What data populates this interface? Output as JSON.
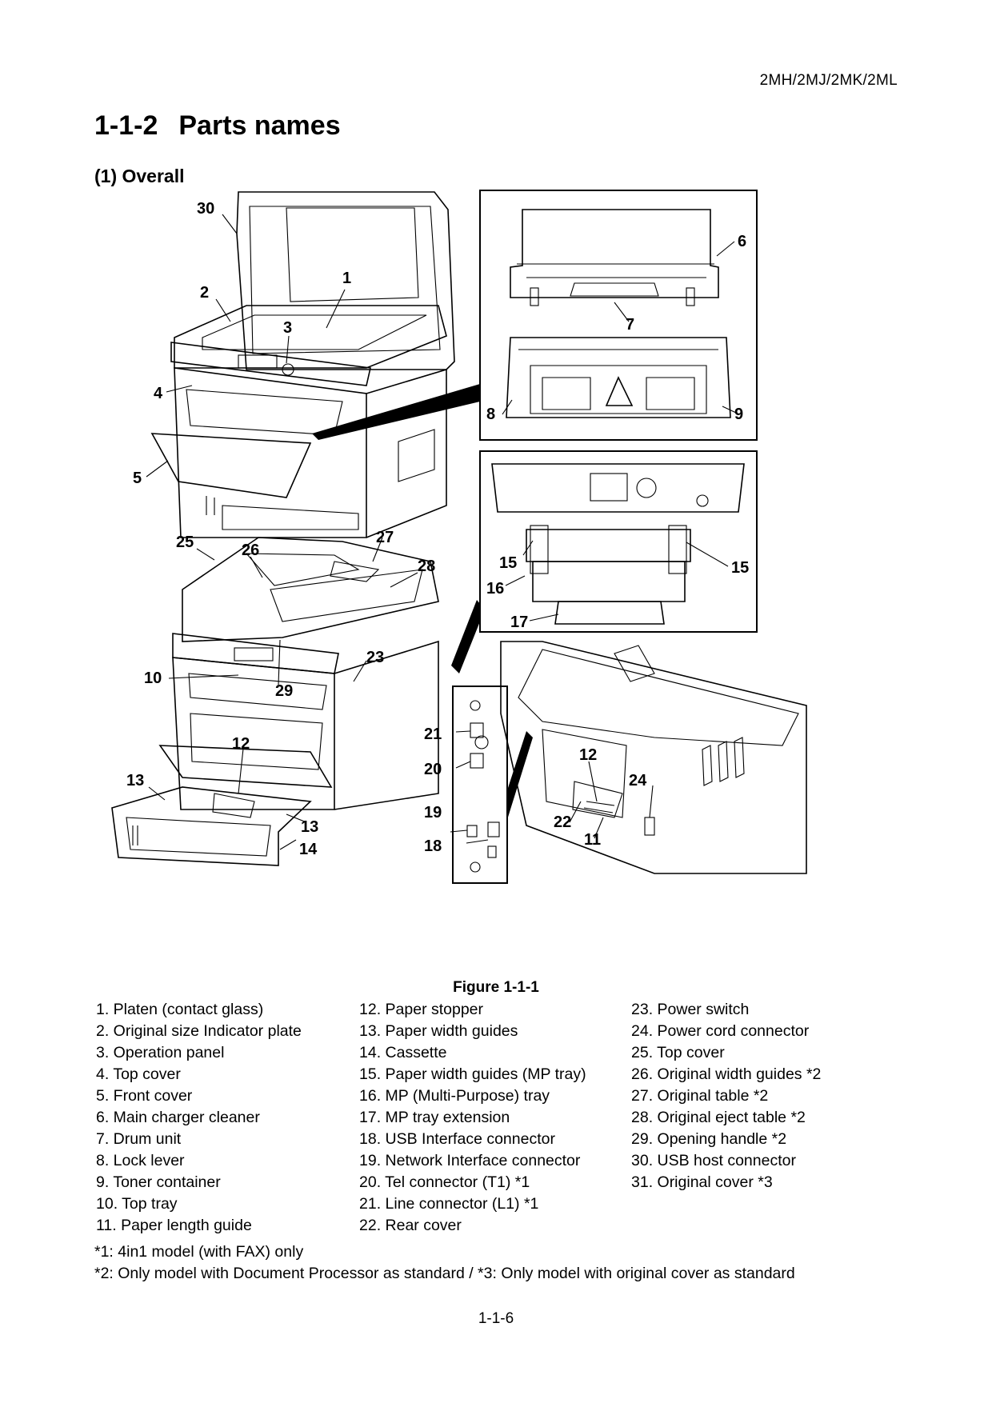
{
  "header": {
    "model": "2MH/2MJ/2MK/2ML"
  },
  "section": {
    "number": "1-1-2",
    "title": "Parts names"
  },
  "subsection": "(1) Overall",
  "figure": {
    "callouts": [
      "1",
      "2",
      "3",
      "4",
      "5",
      "6",
      "7",
      "8",
      "9",
      "10",
      "11",
      "12",
      "13",
      "14",
      "15",
      "16",
      "17",
      "18",
      "19",
      "20",
      "21",
      "22",
      "23",
      "24",
      "25",
      "26",
      "27",
      "28",
      "29",
      "30"
    ],
    "caption": "Figure 1-1-1"
  },
  "parts_list": {
    "column1": [
      "1. Platen (contact glass)",
      "2. Original size Indicator plate",
      "3. Operation panel",
      "4. Top cover",
      "5. Front cover",
      "6. Main charger cleaner",
      "7. Drum unit",
      "8. Lock lever",
      "9. Toner container",
      "10. Top tray",
      "11. Paper length guide"
    ],
    "column2": [
      "12. Paper stopper",
      "13. Paper width guides",
      "14. Cassette",
      "15. Paper width guides (MP tray)",
      "16. MP (Multi-Purpose) tray",
      "17. MP tray extension",
      "18. USB Interface connector",
      "19. Network Interface connector",
      "20. Tel connector (T1) *1",
      "21. Line connector (L1) *1",
      "22. Rear cover"
    ],
    "column3": [
      "23. Power switch",
      "24. Power cord connector",
      "25. Top cover",
      "26. Original width guides *2",
      "27. Original table *2",
      "28. Original eject table *2",
      "29. Opening handle *2",
      "30. USB host connector",
      "31. Original cover *3"
    ]
  },
  "notes": [
    "*1: 4in1 model (with FAX) only",
    "*2: Only model with Document Processor as standard / *3: Only model with original cover as standard"
  ],
  "page_number": "1-1-6"
}
